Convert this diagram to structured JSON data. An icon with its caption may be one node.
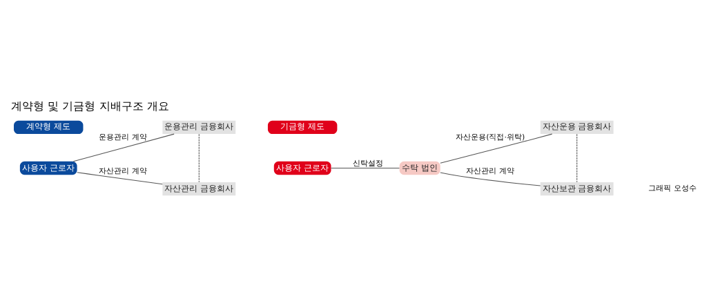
{
  "diagram": {
    "title": "계약형 및 기금형 지배구조 개요",
    "nodes": [
      {
        "text": [
          "계약형 제도"
        ]
      },
      {
        "text": [
          "사용자 근로자"
        ]
      },
      {
        "text": [
          "운용관리 금융회사"
        ]
      },
      {
        "text": [
          "자산관리 금융회사"
        ]
      },
      {
        "text": [
          "기금형 제도"
        ]
      },
      {
        "text": [
          "사용자 근로자"
        ]
      },
      {
        "text": [
          "수탁 법인"
        ]
      },
      {
        "text": [
          "자산운용 금융회사"
        ]
      },
      {
        "text": [
          "자산보관 금융회사"
        ]
      }
    ],
    "edges": [
      {
        "from": 1,
        "to": 2,
        "arrow": "none",
        "label": "운용관리 계약"
      },
      {
        "from": 1,
        "to": 3,
        "arrow": "none",
        "label": "자산관리 계약"
      },
      {
        "from": 2,
        "to": 3,
        "arrow": "none",
        "style": "dashed"
      },
      {
        "from": 5,
        "to": 6,
        "arrow": "none",
        "label": "신탁설정"
      },
      {
        "from": 6,
        "to": 7,
        "arrow": "none",
        "label": "자산운용(직접·위탁)"
      },
      {
        "from": 6,
        "to": 8,
        "arrow": "none",
        "label": "자산관리 계약"
      },
      {
        "from": 7,
        "to": 8,
        "arrow": "none",
        "style": "dashed"
      }
    ],
    "labels": [
      "그래픽 오성수"
    ]
  }
}
